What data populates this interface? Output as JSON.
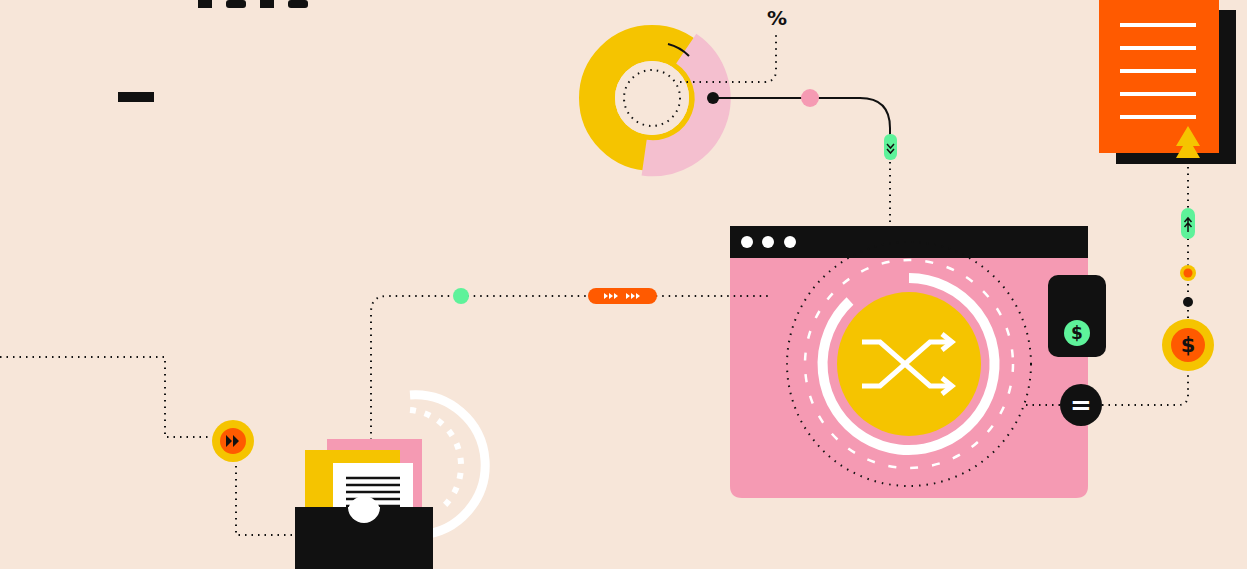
{
  "diagram": {
    "nodes": [
      {
        "text": [
          "$"
        ]
      },
      {
        "text": [
          "="
        ]
      },
      {
        "text": [
          "$"
        ]
      }
    ],
    "edges": [
      {
        "from": 1,
        "to": 2,
        "arrow": "none"
      }
    ],
    "labels": [
      "%"
    ]
  }
}
